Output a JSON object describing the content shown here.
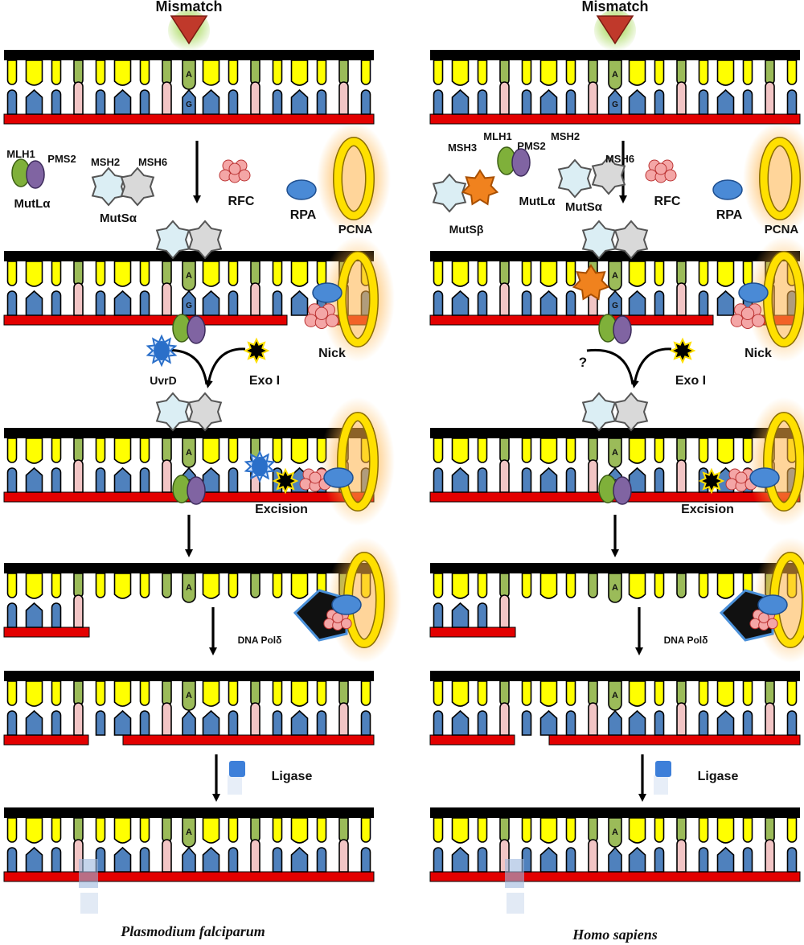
{
  "labels": {
    "mismatch": "Mismatch",
    "base_top": "A",
    "base_bottom": "G",
    "mlh1": "MLH1",
    "pms2": "PMS2",
    "mutl": "MutLα",
    "msh2": "MSH2",
    "msh6": "MSH6",
    "msh3": "MSH3",
    "muts_alpha": "MutSα",
    "muts_beta": "MutSβ",
    "rfc": "RFC",
    "rpa": "RPA",
    "pcna": "PCNA",
    "nick": "Nick",
    "uvrd": "UvrD",
    "exo": "Exo I",
    "question": "?",
    "excision": "Excision",
    "polymerase": "DNA Polδ",
    "ligase": "Ligase"
  },
  "captions": {
    "left": "Plasmodium falciparum",
    "right": "Homo sapiens"
  },
  "colors": {
    "backbone_top": "#000000",
    "backbone_bottom": "#e30000",
    "base_yellow": "#ffff00",
    "base_green": "#9bbb59",
    "base_blue": "#4f81bd",
    "base_pink": "#f2c5c5",
    "mismatch_arrow": "#c0392b",
    "msh2": "#dbeef4",
    "msh6": "#d9d9d9",
    "msh3": "#f0821e",
    "mlh1": "#7fb03a",
    "pms2": "#8064a2",
    "rfc": "#f4a6a6",
    "rpa": "#4a8ad6",
    "pcna": "#ffe000",
    "exo": "#000000",
    "uvrd": "#2a6fc9",
    "polymerase": "#111111",
    "ligase": "#3d7fd9"
  }
}
